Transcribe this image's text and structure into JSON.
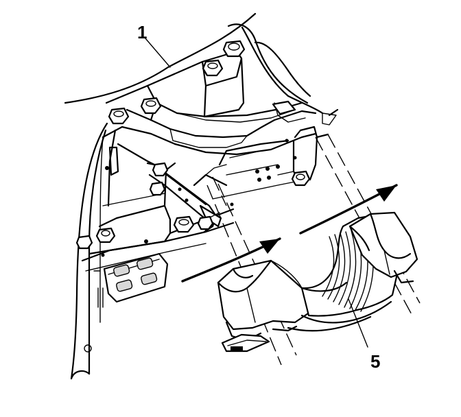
{
  "callouts": [
    {
      "id": "1",
      "label": "1"
    },
    {
      "id": "5",
      "label": "5"
    }
  ]
}
